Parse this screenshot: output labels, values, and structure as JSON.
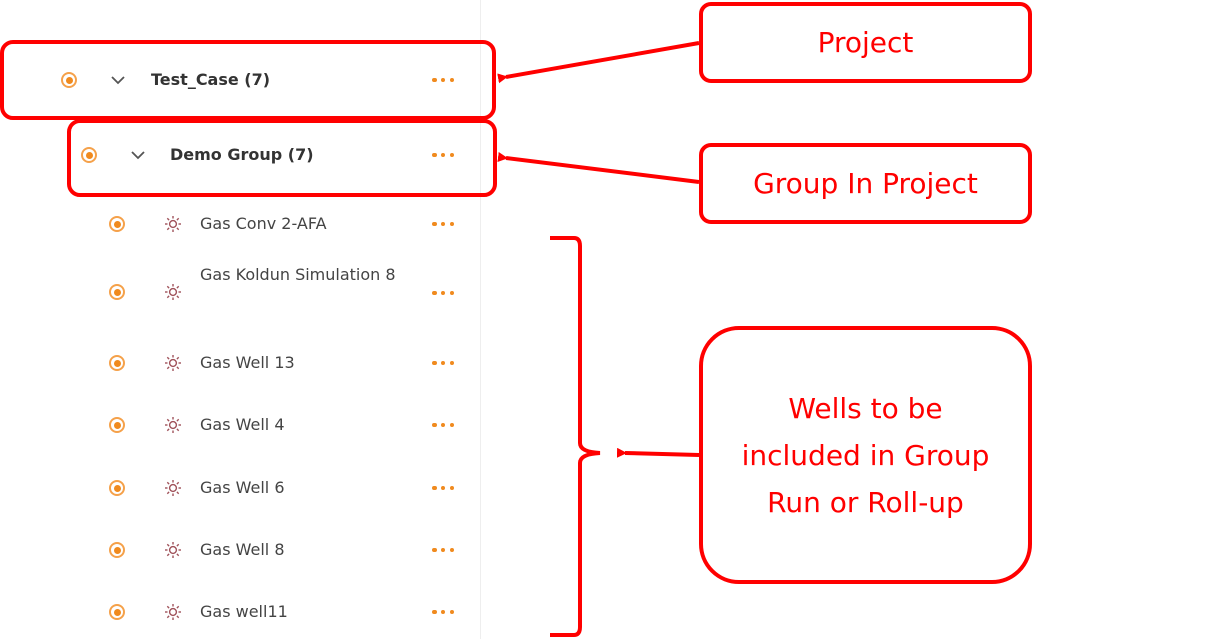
{
  "tree": {
    "project": {
      "label": "Test_Case (7)"
    },
    "group": {
      "label": "Demo Group (7)"
    },
    "wells": [
      {
        "label": "Gas Conv 2-AFA"
      },
      {
        "label": "Gas Koldun Simulation 8"
      },
      {
        "label": "Gas Well 13"
      },
      {
        "label": "Gas Well 4"
      },
      {
        "label": "Gas Well 6"
      },
      {
        "label": "Gas Well 8"
      },
      {
        "label": "Gas well11"
      }
    ]
  },
  "annotations": {
    "project": "Project",
    "group": "Group In Project",
    "wells": "Wells to be included in Group Run or Roll-up"
  },
  "colors": {
    "accent": "#F08A1E",
    "gear": "#A0525A",
    "annotation": "#FF0000"
  },
  "icons": {
    "radio": "radio-selected-icon",
    "chevron": "chevron-down-icon",
    "well": "gear-icon",
    "menu": "more-horizontal-icon"
  }
}
